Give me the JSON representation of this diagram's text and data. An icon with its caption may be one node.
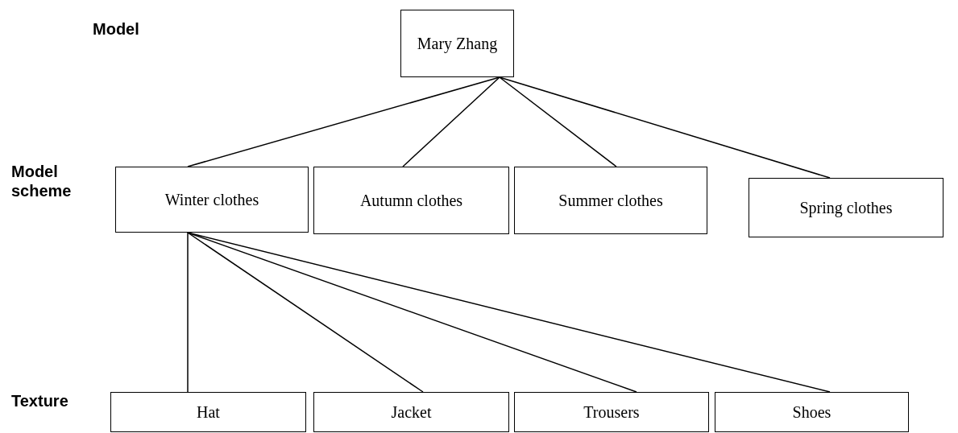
{
  "diagram": {
    "nodes": [
      {
        "text": [
          "Mary Zhang"
        ]
      },
      {
        "text": [
          "Winter clothes"
        ]
      },
      {
        "text": [
          "Autumn clothes"
        ]
      },
      {
        "text": [
          "Summer clothes"
        ]
      },
      {
        "text": [
          "Spring clothes"
        ]
      },
      {
        "text": [
          "Hat"
        ]
      },
      {
        "text": [
          "Jacket"
        ]
      },
      {
        "text": [
          "Trousers"
        ]
      },
      {
        "text": [
          "Shoes"
        ]
      }
    ],
    "edges": [
      {
        "from": 0,
        "to": 1,
        "arrow": "none"
      },
      {
        "from": 0,
        "to": 2,
        "arrow": "none"
      },
      {
        "from": 0,
        "to": 3,
        "arrow": "none"
      },
      {
        "from": 0,
        "to": 4,
        "arrow": "none"
      },
      {
        "from": 1,
        "to": 5,
        "arrow": "none"
      },
      {
        "from": 1,
        "to": 6,
        "arrow": "none"
      },
      {
        "from": 1,
        "to": 7,
        "arrow": "none"
      },
      {
        "from": 1,
        "to": 8,
        "arrow": "none"
      }
    ],
    "labels": [
      "Model",
      "Model scheme",
      "Texture"
    ]
  }
}
